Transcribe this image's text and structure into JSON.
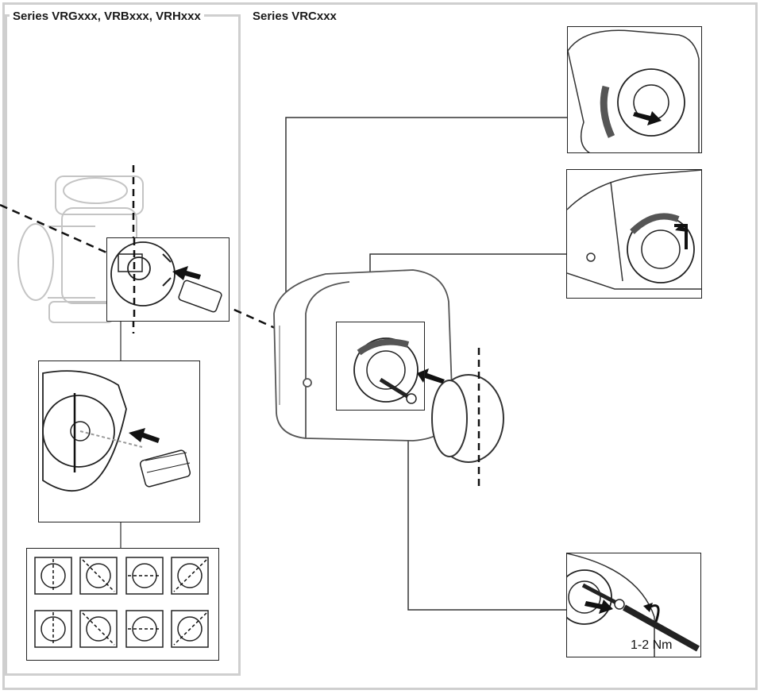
{
  "left_section": {
    "title": "Series VRGxxx, VRBxxx, VRHxxx"
  },
  "right_section": {
    "title": "Series VRCxxx"
  },
  "torque_label": "1-2 Nm",
  "colors": {
    "frame": "#cfcfcf",
    "line": "#222222",
    "faint": "#bdbdbd",
    "accent": "#555555"
  }
}
